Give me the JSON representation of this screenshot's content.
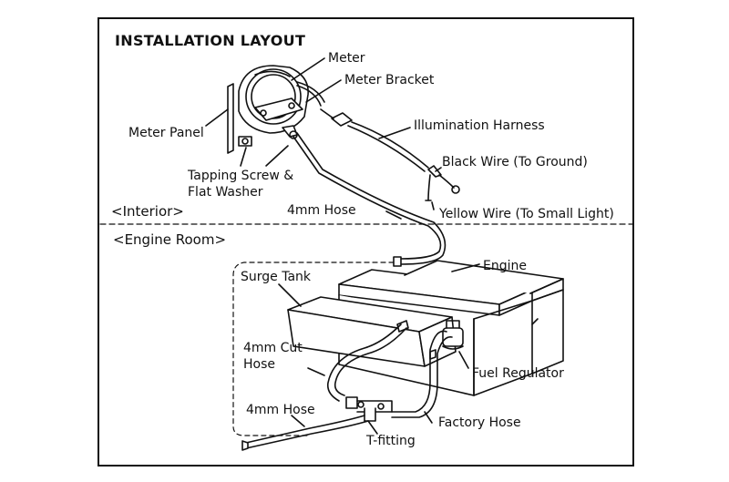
{
  "title": "INSTALLATION LAYOUT",
  "sections": {
    "interior": "<Interior>",
    "engine_room": "<Engine Room>"
  },
  "labels": {
    "meter": "Meter",
    "meter_bracket": "Meter Bracket",
    "meter_panel": "Meter Panel",
    "illumination_harness": "Illumination Harness",
    "black_wire": "Black Wire (To Ground)",
    "tapping_screw_1": "Tapping Screw &",
    "tapping_screw_2": "Flat Washer",
    "hose_4mm_top": "4mm Hose",
    "yellow_wire": "Yellow Wire (To Small Light)",
    "surge_tank": "Surge Tank",
    "engine": "Engine",
    "cut_hose_1": "4mm Cut",
    "cut_hose_2": "Hose",
    "fuel_regulator": "Fuel Regulator",
    "hose_4mm_bottom": "4mm Hose",
    "factory_hose": "Factory Hose",
    "t_fitting": "T-fitting"
  }
}
